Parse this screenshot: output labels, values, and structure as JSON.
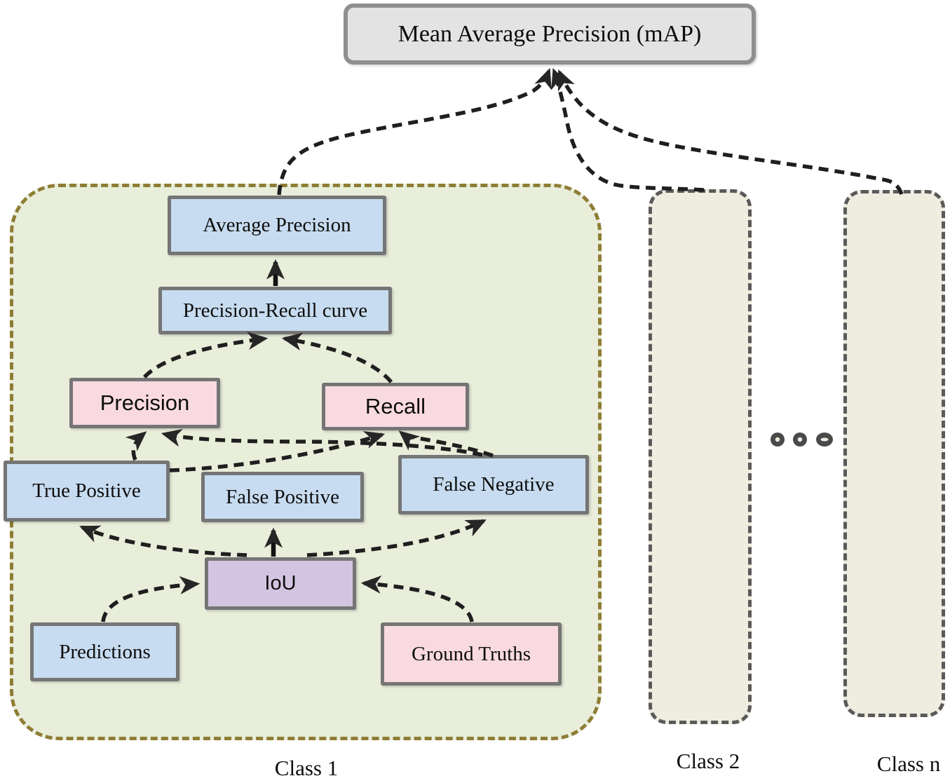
{
  "map_box": {
    "label": "Mean Average Precision (mAP)"
  },
  "class1": {
    "label": "Class 1",
    "nodes": {
      "average_precision": {
        "label": "Average Precision"
      },
      "pr_curve": {
        "label": "Precision-Recall curve"
      },
      "precision": {
        "label": "Precision"
      },
      "recall": {
        "label": "Recall"
      },
      "true_positive": {
        "label": "True Positive"
      },
      "false_positive": {
        "label": "False Positive"
      },
      "false_negative": {
        "label": "False Negative"
      },
      "iou": {
        "label": "IoU"
      },
      "predictions": {
        "label": "Predictions"
      },
      "ground_truths": {
        "label": "Ground Truths"
      }
    }
  },
  "class2": {
    "label": "Class 2"
  },
  "class_n": {
    "label": "Class n"
  },
  "ellipsis": {
    "icon": "ellipsis-dots-icon"
  },
  "colors": {
    "node_blue": "#c7dcf0",
    "node_pink": "#f9dae1",
    "node_purple": "#d3c5e2",
    "map_gray": "#e3e3e3",
    "class1_fill": "#e9eedb",
    "class1_border": "#8e7d35",
    "class_column_fill": "#efece0",
    "class_column_border": "#5a5a5a",
    "node_border": "#757575",
    "arrow": "#1f1f1f"
  },
  "edges": [
    {
      "from": "pr_curve",
      "to": "average_precision",
      "style": "solid"
    },
    {
      "from": "iou",
      "to": "false_positive",
      "style": "solid"
    },
    {
      "from": "average_precision",
      "to": "map_box",
      "style": "dashed"
    },
    {
      "from": "class2",
      "to": "map_box",
      "style": "dashed"
    },
    {
      "from": "class_n",
      "to": "map_box",
      "style": "dashed"
    },
    {
      "from": "precision",
      "to": "pr_curve",
      "style": "dashed"
    },
    {
      "from": "recall",
      "to": "pr_curve",
      "style": "dashed"
    },
    {
      "from": "true_positive",
      "to": "precision",
      "style": "dashed"
    },
    {
      "from": "true_positive",
      "to": "recall",
      "style": "dashed"
    },
    {
      "from": "false_negative",
      "to": "precision",
      "style": "dashed"
    },
    {
      "from": "false_negative",
      "to": "recall",
      "style": "dashed"
    },
    {
      "from": "iou",
      "to": "true_positive",
      "style": "dashed"
    },
    {
      "from": "iou",
      "to": "false_negative",
      "style": "dashed"
    },
    {
      "from": "predictions",
      "to": "iou",
      "style": "dashed"
    },
    {
      "from": "ground_truths",
      "to": "iou",
      "style": "dashed"
    }
  ]
}
